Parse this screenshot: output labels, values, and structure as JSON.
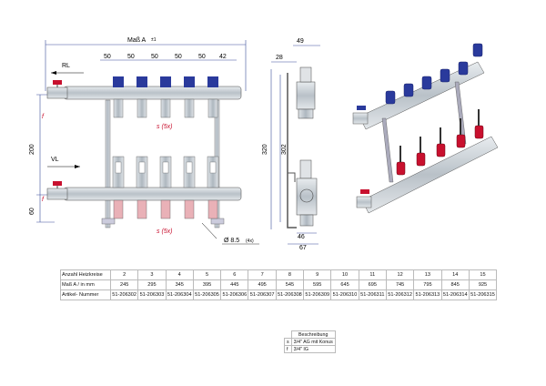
{
  "drawing": {
    "overall_label": "Maß A",
    "overall_note": "±1",
    "segment_dims": [
      "50",
      "50",
      "50",
      "50",
      "50",
      "42"
    ],
    "return_label": "RL",
    "flow_label": "VL",
    "fitting_label_top": "s (5x)",
    "fitting_label_bottom": "s (5x)",
    "f_top": "f",
    "f_bottom": "f",
    "height_dim": "200",
    "offset_dim": "60",
    "hole_dim": "Ø 8.5",
    "hole_count": "(4x)",
    "side_top_dim": "49",
    "side_28": "28",
    "side_320": "320",
    "side_302": "302",
    "side_46": "46",
    "side_67": "67"
  },
  "spec_table": {
    "labels": [
      "Anzahl Heizkreise",
      "Maß A / in mm",
      "Artikel- Nummer"
    ],
    "circuits": [
      "2",
      "3",
      "4",
      "5",
      "6",
      "7",
      "8",
      "9",
      "10",
      "11",
      "12",
      "13",
      "14",
      "15"
    ],
    "dims": [
      "245",
      "295",
      "345",
      "395",
      "445",
      "495",
      "545",
      "595",
      "645",
      "695",
      "745",
      "795",
      "845",
      "925"
    ],
    "articles": [
      "51-206302",
      "51-206303",
      "51-206304",
      "51-206305",
      "51-206306",
      "51-206307",
      "51-206308",
      "51-206309",
      "51-206310",
      "51-206311",
      "51-206312",
      "51-206313",
      "51-206314",
      "51-206315"
    ]
  },
  "legend": {
    "title": "Beschreibung",
    "rows": [
      {
        "key": "s",
        "desc": "3/4\" AG mit Konus"
      },
      {
        "key": "f",
        "desc": "3/4\" IG"
      }
    ]
  },
  "colors": {
    "dimension_line": "#3a4f9a",
    "valve_red": "#c8102e",
    "cap_blue": "#2a3a9c",
    "steel": "#9aa4ae"
  }
}
